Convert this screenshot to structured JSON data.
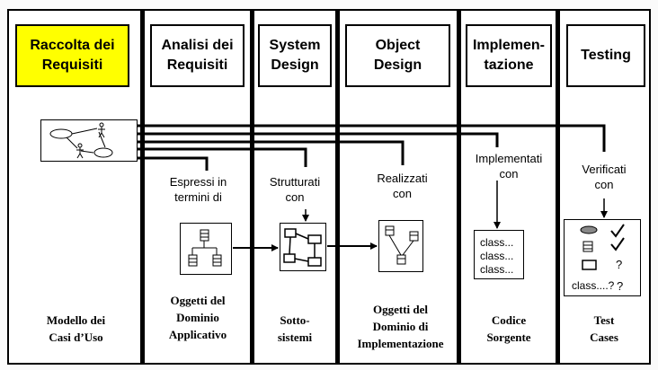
{
  "phases": [
    {
      "title": "Raccolta dei\nRequisiti",
      "footer": "Modello dei\nCasi d’Uso"
    },
    {
      "title": "Analisi dei\nRequisiti",
      "action": "Espressi in\ntermini di",
      "footer": "Oggetti del\nDominio\nApplicativo"
    },
    {
      "title": "System\nDesign",
      "action": "Strutturati\ncon",
      "footer": "Sotto-\nsistemi"
    },
    {
      "title": "Object\nDesign",
      "action": "Realizzati\ncon",
      "footer": "Oggetti del\nDominio di\nImplementazione"
    },
    {
      "title": "Implemen-\ntazione",
      "action": "Implementati\ncon",
      "footer": "Codice\nSorgente",
      "code_lines": [
        "class...",
        "class...",
        "class..."
      ]
    },
    {
      "title": "Testing",
      "action": "Verificati\ncon",
      "footer": "Test\nCases",
      "test_marks": [
        "?",
        "?"
      ],
      "test_class": "class....?"
    }
  ],
  "colors": {
    "highlight": "#ffff00",
    "line": "#000000"
  },
  "icons": [
    "use-case-diagram-icon",
    "class-diagram-icon",
    "subsystem-diagram-icon",
    "object-design-diagram-icon",
    "checkmark-icon",
    "question-mark-icon"
  ]
}
